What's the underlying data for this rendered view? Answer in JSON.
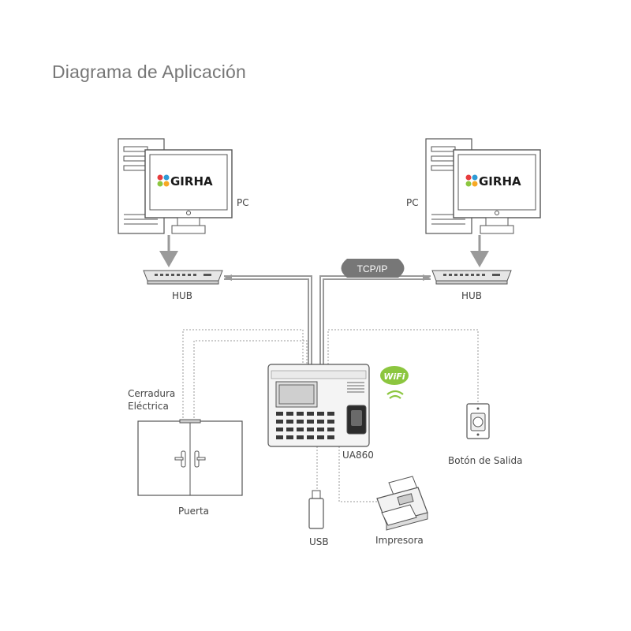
{
  "title": "Diagrama de Aplicación",
  "labels": {
    "pc_left": "PC",
    "pc_right": "PC",
    "hub_left": "HUB",
    "hub_right": "HUB",
    "network": "TCP/IP",
    "lock": "Cerradura",
    "lock2": "Eléctrica",
    "door": "Puerta",
    "device": "UA860",
    "exit_button": "Botón de Salida",
    "usb": "USB",
    "printer": "Impresora",
    "wifi": "WiFi"
  },
  "logo": {
    "text": "GIRHA"
  },
  "colors": {
    "line_gray": "#9a9a9a",
    "outline": "#555555",
    "wifi_green": "#8cc63f",
    "pill": "#777777"
  }
}
